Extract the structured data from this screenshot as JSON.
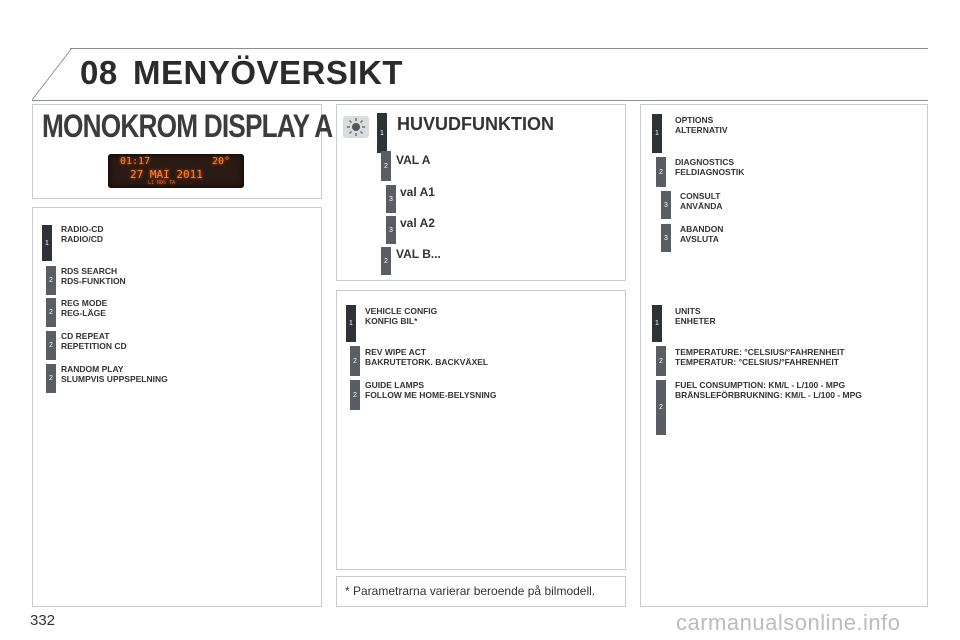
{
  "header": {
    "chapter": "08",
    "title": "MENYÖVERSIKT"
  },
  "mono": {
    "title": "MONOKROM DISPLAY A",
    "lcd": {
      "time": "01:17",
      "temp": "20°",
      "date": "27 MAI 2011",
      "sub": "L1  RDS  TA"
    }
  },
  "radio": [
    {
      "level": "1",
      "lines": [
        "RADIO-CD",
        "RADIO/CD"
      ]
    },
    {
      "level": "2",
      "lines": [
        "RDS SEARCH",
        "RDS-FUNKTION"
      ]
    },
    {
      "level": "2",
      "lines": [
        "REG MODE",
        "REG-LÄGE"
      ]
    },
    {
      "level": "2",
      "lines": [
        "CD REPEAT",
        "REPETITION CD"
      ]
    },
    {
      "level": "2",
      "lines": [
        "RANDOM PLAY",
        "SLUMPVIS UPPSPELNING"
      ]
    }
  ],
  "main": {
    "title": "HUVUDFUNKTION",
    "items": [
      {
        "level": "1",
        "label": ""
      },
      {
        "level": "2",
        "label": "VAL A"
      },
      {
        "level": "3",
        "label": "val A1"
      },
      {
        "level": "3",
        "label": "val A2"
      },
      {
        "level": "2",
        "label": "VAL B..."
      }
    ]
  },
  "vehicle": [
    {
      "level": "1",
      "lines": [
        "VEHICLE CONFIG",
        "KONFIG BIL*"
      ]
    },
    {
      "level": "2",
      "lines": [
        "REV WIPE ACT",
        "BAKRUTETORK. BACKVÄXEL"
      ]
    },
    {
      "level": "2",
      "lines": [
        "GUIDE LAMPS",
        "FOLLOW ME HOME-BELYSNING"
      ]
    }
  ],
  "options": [
    {
      "level": "1",
      "lines": [
        "OPTIONS",
        "ALTERNATIV"
      ]
    },
    {
      "level": "2",
      "lines": [
        "DIAGNOSTICS",
        "FELDIAGNOSTIK"
      ]
    },
    {
      "level": "3",
      "lines": [
        "CONSULT",
        "ANVÄNDA"
      ]
    },
    {
      "level": "3",
      "lines": [
        "ABANDON",
        "AVSLUTA"
      ]
    }
  ],
  "units": [
    {
      "level": "1",
      "lines": [
        "UNITS",
        "ENHETER"
      ]
    },
    {
      "level": "2",
      "lines": [
        "TEMPERATURE: °CELSIUS/°FAHRENHEIT",
        "TEMPERATUR: °CELSIUS/°FAHRENHEIT"
      ]
    },
    {
      "level": "2",
      "lines": [
        "FUEL CONSUMPTION: KM/L - L/100 - MPG",
        "BRÄNSLEFÖRBRUKNING: KM/L - L/100 - MPG"
      ]
    }
  ],
  "footnote": "* Parametrarna varierar beroende på bilmodell.",
  "page_number": "332",
  "watermark": "carmanualsonline.info"
}
